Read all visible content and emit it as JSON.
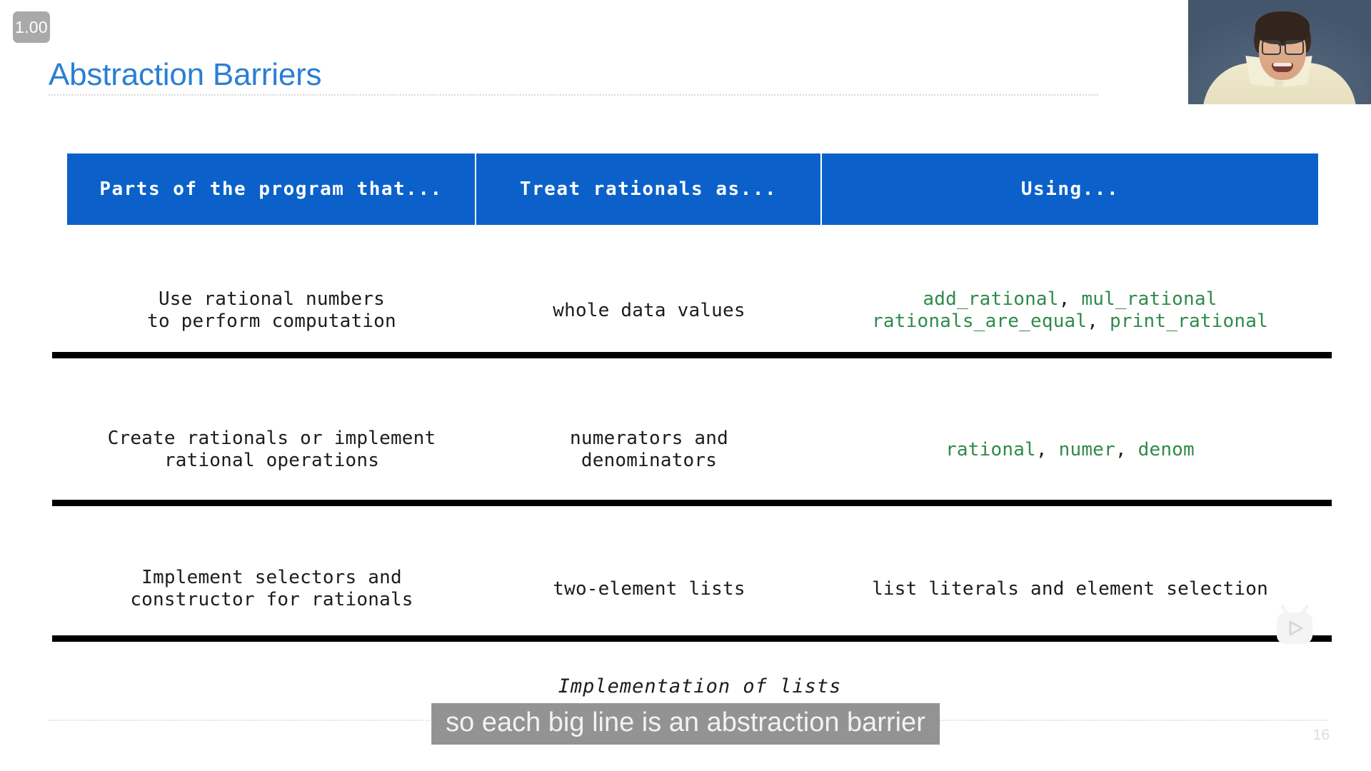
{
  "player": {
    "speed_badge": "1.00",
    "cast_icon": "tv-play-icon",
    "caption": "so each big line is an abstraction barrier",
    "webcam_label": "lecturer-webcam-thumbnail"
  },
  "slide": {
    "title": "Abstraction Barriers",
    "page_number": "16",
    "footnote": "Implementation of lists",
    "accent_color": "#2a7fd4",
    "header_bg_color": "#0b61c9",
    "code_color": "#2f8a4a",
    "table": {
      "headers": [
        "Parts of the program that...",
        "Treat rationals as...",
        "Using..."
      ],
      "rows": [
        {
          "col1_line1": "Use rational numbers",
          "col1_line2": "to perform computation",
          "col2_line1": "whole data values",
          "col2_line2": "",
          "col3_line1_a": "add_rational",
          "col3_line1_sep": ",",
          "col3_line1_b": "mul_rational",
          "col3_line2_a": "rationals_are_equal",
          "col3_line2_sep": ",",
          "col3_line2_b": "print_rational",
          "col3_is_code": true
        },
        {
          "col1_line1": "Create rationals or implement",
          "col1_line2": "rational operations",
          "col2_line1": "numerators and",
          "col2_line2": "denominators",
          "col3_line1_a": "rational",
          "col3_line1_sep": ",",
          "col3_line1_b": "numer",
          "col3_line1_sep2": ",",
          "col3_line1_c": "denom",
          "col3_is_code": true
        },
        {
          "col1_line1": "Implement selectors and",
          "col1_line2": "constructor for rationals",
          "col2_line1": "two-element lists",
          "col2_line2": "",
          "col3_plain": "list literals and element selection",
          "col3_is_code": false
        }
      ]
    }
  }
}
